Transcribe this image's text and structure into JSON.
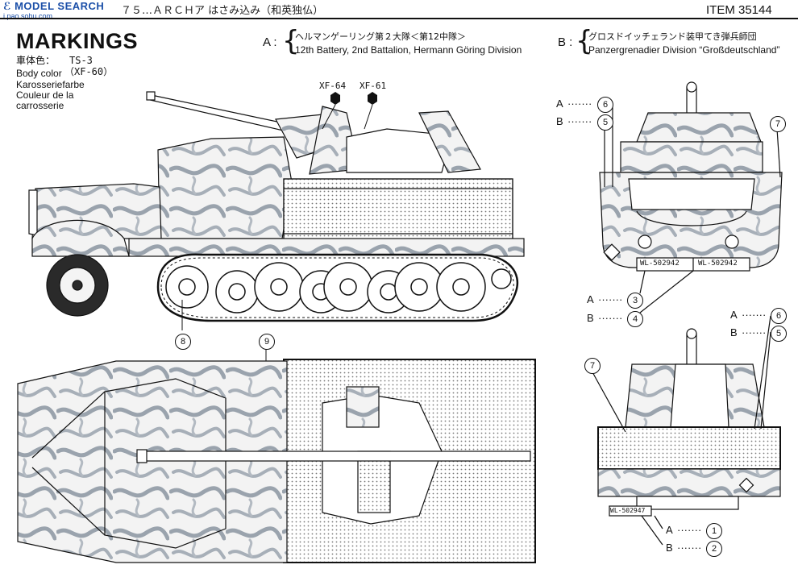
{
  "header": {
    "watermark": "ℰ MODEL SEARCH",
    "watermark_sub": "i.pao.sohu.com",
    "japanese_title": "７５…ＡＲＣＨア はさみ込み（和英独仏）",
    "item_code": "ITEM 35144"
  },
  "title": "MARKINGS",
  "body_color": {
    "label_jp": "車体色：",
    "label_en": "Body color",
    "label_de": "Karosseriefarbe",
    "label_fr_1": "Couleur de la",
    "label_fr_2": "carrosserie",
    "paint_code": "TS-3",
    "paint_code_alt": "（XF-60）"
  },
  "markings": [
    {
      "letter": "A :",
      "jp": "ヘルマンゲーリング第２大隊＜第12中隊＞",
      "en": "12th Battery, 2nd Battalion, Hermann Göring Division"
    },
    {
      "letter": "B :",
      "jp": "グロスドイッチェランド装甲てき弾兵師団",
      "en": "Panzergrenadier Division “Großdeutschland”"
    }
  ],
  "paints": {
    "p1": "XF-64",
    "p2": "XF-61"
  },
  "plates": {
    "front_left": "WL-502942",
    "front_right": "WL-502942",
    "rear": "WL-502947"
  },
  "callouts": {
    "side_8": "8",
    "top_9": "9",
    "front": [
      {
        "letter": "A",
        "dots": "·······",
        "num": "6"
      },
      {
        "letter": "B",
        "dots": "·······",
        "num": "5"
      },
      {
        "num": "7"
      },
      {
        "letter": "A",
        "dots": "·······",
        "num": "3"
      },
      {
        "letter": "B",
        "dots": "·······",
        "num": "4"
      }
    ],
    "rear": [
      {
        "letter": "A",
        "dots": "·······",
        "num": "6"
      },
      {
        "letter": "B",
        "dots": "·······",
        "num": "5"
      },
      {
        "num": "7"
      },
      {
        "letter": "A",
        "dots": "·······",
        "num": "1"
      },
      {
        "letter": "B",
        "dots": "·······",
        "num": "2"
      }
    ]
  }
}
